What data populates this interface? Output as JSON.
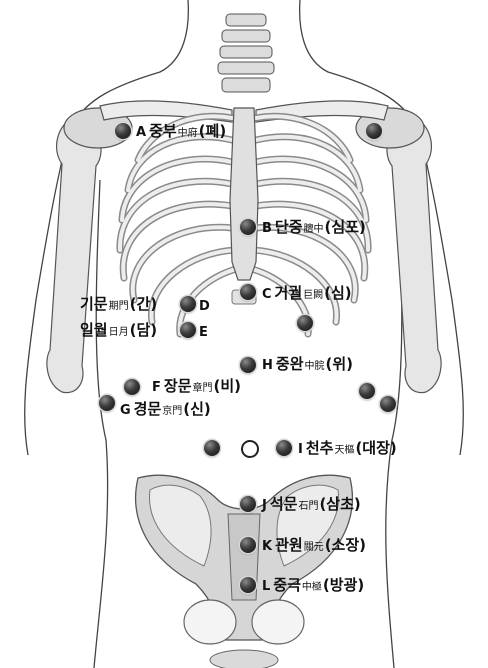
{
  "points": [
    {
      "id": "A",
      "letter": "A",
      "korean": "중부",
      "hanja": "中府",
      "organ": "(폐)"
    },
    {
      "id": "B",
      "letter": "B",
      "korean": "단중",
      "hanja": "膻中",
      "organ": "(심포)"
    },
    {
      "id": "C",
      "letter": "C",
      "korean": "거궐",
      "hanja": "巨闕",
      "organ": "(심)"
    },
    {
      "id": "D",
      "letter": "D",
      "korean": "기문",
      "hanja": "期門",
      "organ": "(간)"
    },
    {
      "id": "E",
      "letter": "E",
      "korean": "일월",
      "hanja": "日月",
      "organ": "(담)"
    },
    {
      "id": "H",
      "letter": "H",
      "korean": "중완",
      "hanja": "中脘",
      "organ": "(위)"
    },
    {
      "id": "F",
      "letter": "F",
      "korean": "장문",
      "hanja": "章門",
      "organ": "(비)"
    },
    {
      "id": "G",
      "letter": "G",
      "korean": "경문",
      "hanja": "京門",
      "organ": "(신)"
    },
    {
      "id": "I",
      "letter": "I",
      "korean": "천추",
      "hanja": "天樞",
      "organ": "(대장)"
    },
    {
      "id": "J",
      "letter": "J",
      "korean": "석문",
      "hanja": "石門",
      "organ": "(삼초)"
    },
    {
      "id": "K",
      "letter": "K",
      "korean": "관원",
      "hanja": "關元",
      "organ": "(소장)"
    },
    {
      "id": "L",
      "letter": "L",
      "korean": "중극",
      "hanja": "中極",
      "organ": "(방광)"
    }
  ]
}
